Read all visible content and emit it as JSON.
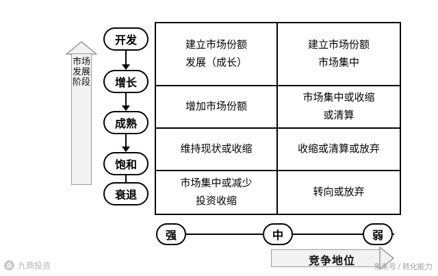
{
  "diagram": {
    "vertical_axis_label": "市场发展阶段",
    "horizontal_axis_label": "竞争地位",
    "stages": [
      {
        "label": "开发"
      },
      {
        "label": "增长"
      },
      {
        "label": "成熟"
      },
      {
        "label": "饱和"
      },
      {
        "label": "衰退"
      }
    ],
    "columns": [
      {
        "label": "强"
      },
      {
        "label": "中"
      },
      {
        "label": "弱"
      }
    ],
    "matrix": [
      {
        "left": [
          "建立市场份额",
          "发展（成长）"
        ],
        "right": [
          "建立市场份额",
          "市场集中"
        ]
      },
      {
        "left": [
          "增加市场份额"
        ],
        "right": [
          "市场集中或收缩",
          "或清算"
        ]
      },
      {
        "left": [
          "维持现状或收缩"
        ],
        "right": [
          "收缩或清算或放弃"
        ]
      },
      {
        "left": [
          "市场集中或减少",
          "投资收缩"
        ],
        "right": [
          "转向或放弃"
        ]
      }
    ]
  },
  "watermarks": {
    "left_badge": "众",
    "left_text": "九鼎投资",
    "right_text": "来来号 / 转化能力"
  }
}
